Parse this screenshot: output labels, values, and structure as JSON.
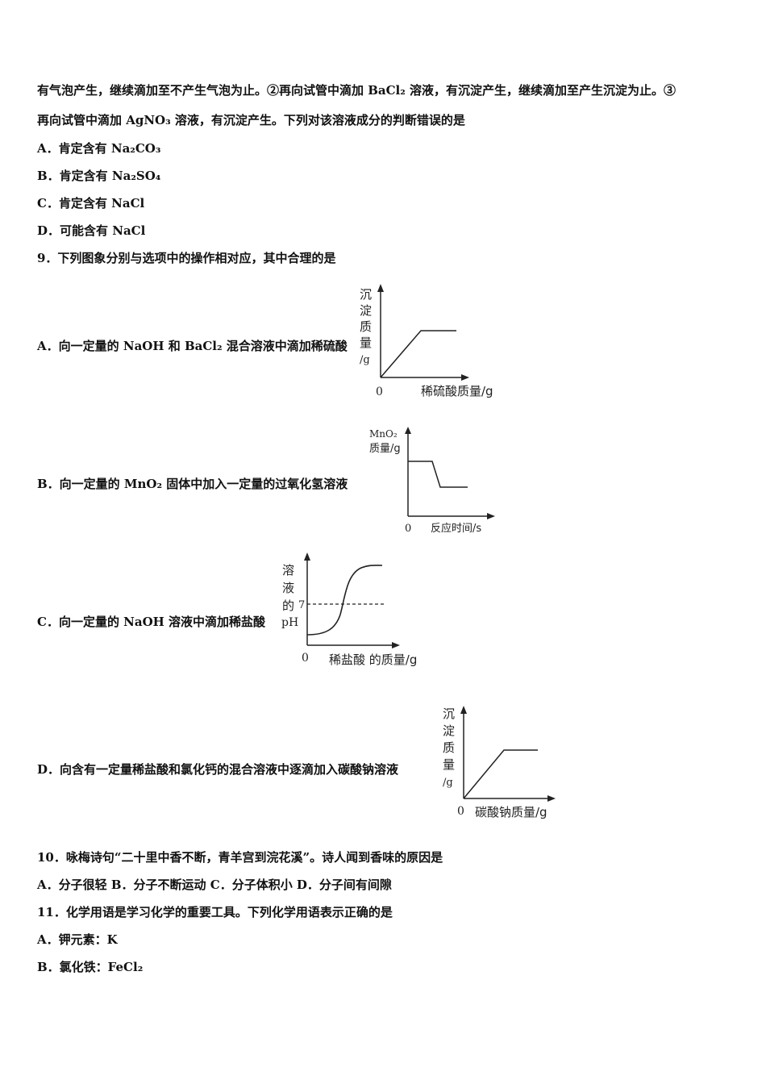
{
  "intro": {
    "line1": "有气泡产生，继续滴加至不产生气泡为止。②再向试管中滴加 BaCl₂ 溶液，有沉淀产生，继续滴加至产生沉淀为止。③",
    "line2": "再向试管中滴加 AgNO₃ 溶液，有沉淀产生。下列对该溶液成分的判断错误的是",
    "optA": "A．肯定含有 Na₂CO₃",
    "optB": "B．肯定含有 Na₂SO₄",
    "optC": "C．肯定含有 NaCl",
    "optD": "D．可能含有 NaCl"
  },
  "q9": {
    "stem": "9．下列图象分别与选项中的操作相对应，其中合理的是",
    "options": [
      {
        "text": "A．向一定量的 NaOH 和 BaCl₂ 混合溶液中滴加稀硫酸",
        "ylabel": [
          "沉",
          "淀",
          "质",
          "量",
          "/g"
        ],
        "origin": "0",
        "xlabel": "稀硫酸质量/g"
      },
      {
        "text": "B．向一定量的 MnO₂ 固体中加入一定量的过氧化氢溶液",
        "ylabel": [
          "MnO₂",
          "质量/g"
        ],
        "origin": "0",
        "xlabel": "反应时间/s"
      },
      {
        "text": "C．向一定量的 NaOH 溶液中滴加稀盐酸",
        "ylabel": [
          "溶",
          "液",
          "的",
          "pH"
        ],
        "ytick": "7",
        "origin": "0",
        "xlabel": "稀盐酸 的质量/g"
      },
      {
        "text": "D．向含有一定量稀盐酸和氯化钙的混合溶液中逐滴加入碳酸钠溶液",
        "ylabel": [
          "沉",
          "淀",
          "质",
          "量",
          "/g"
        ],
        "origin": "0",
        "xlabel": "碳酸钠质量/g"
      }
    ]
  },
  "q10": {
    "stem": "10．咏梅诗句“二十里中香不断，青羊宫到浣花溪”。诗人闻到香味的原因是",
    "options": "A．分子很轻   B．分子不断运动   C．分子体积小   D．分子间有间隙"
  },
  "q11": {
    "stem": "11．化学用语是学习化学的重要工具。下列化学用语表示正确的是",
    "optA": "A．钾元素：K",
    "optB": "B．氯化铁：FeCl₂"
  }
}
